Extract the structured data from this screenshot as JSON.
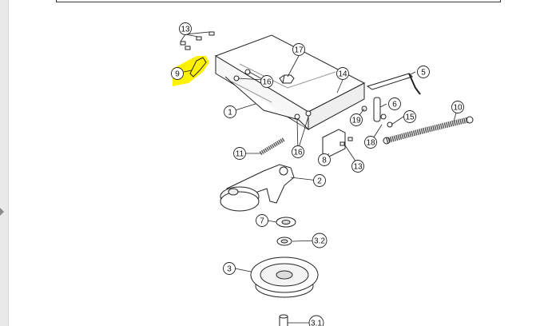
{
  "highlight_color": "#fff200",
  "callouts": [
    {
      "id": "c13a",
      "label": "13"
    },
    {
      "id": "c17",
      "label": "17"
    },
    {
      "id": "c9",
      "label": "9"
    },
    {
      "id": "c16a",
      "label": "16"
    },
    {
      "id": "c14",
      "label": "14"
    },
    {
      "id": "c5",
      "label": "5"
    },
    {
      "id": "c6",
      "label": "6"
    },
    {
      "id": "c1",
      "label": "1"
    },
    {
      "id": "c19",
      "label": "19"
    },
    {
      "id": "c15",
      "label": "15"
    },
    {
      "id": "c10",
      "label": "10"
    },
    {
      "id": "c18",
      "label": "18"
    },
    {
      "id": "c16b",
      "label": "16"
    },
    {
      "id": "c8",
      "label": "8"
    },
    {
      "id": "c11",
      "label": "11"
    },
    {
      "id": "c13b",
      "label": "13"
    },
    {
      "id": "c2",
      "label": "2"
    },
    {
      "id": "c7",
      "label": "7"
    },
    {
      "id": "c32",
      "label": "3.2"
    },
    {
      "id": "c3",
      "label": "3"
    },
    {
      "id": "c31",
      "label": "3.1"
    }
  ]
}
